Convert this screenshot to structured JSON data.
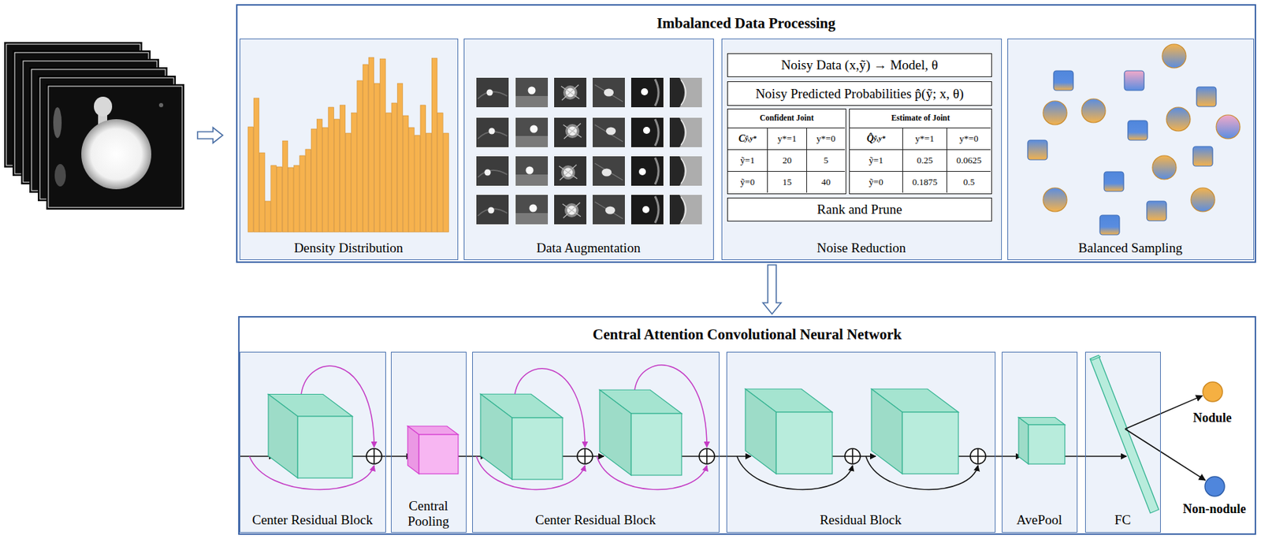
{
  "diagram": {
    "nodes": [
      {
        "text": [
          "Imbalanced Data Processing"
        ]
      },
      {
        "text": [
          "Density Distribution"
        ],
        "in": 0
      },
      {
        "text": [
          "Data Augmentation"
        ],
        "in": 0
      },
      {
        "text": [
          "Noise Reduction"
        ],
        "in": 0
      },
      {
        "text": [
          "Noisy Data (x,ỹ) → Model, θ"
        ],
        "in": 3
      },
      {
        "text": [
          "Noisy Predicted Probabilities p̂(ỹ; x, θ)"
        ],
        "in": 3
      },
      {
        "text": [
          "Confident Joint"
        ],
        "in": 3
      },
      {
        "text": [
          "Estimate of Joint"
        ],
        "in": 3
      },
      {
        "text": [
          "Rank and Prune"
        ],
        "in": 3
      },
      {
        "text": [
          "Balanced Sampling"
        ],
        "in": 0
      },
      {
        "text": [
          "Central Attention Convolutional Neural Network"
        ]
      },
      {
        "text": [
          "Center Residual Block"
        ],
        "in": 10
      },
      {
        "text": [
          "Central Pooling"
        ],
        "in": 10
      },
      {
        "text": [
          "Center Residual Block"
        ],
        "in": 10
      },
      {
        "text": [
          "Residual Block"
        ],
        "in": 10
      },
      {
        "text": [
          "AvePool"
        ],
        "in": 10
      },
      {
        "text": [
          "FC"
        ],
        "in": 10
      },
      {
        "text": [
          "Nodule"
        ],
        "in": 10
      },
      {
        "text": [
          "Non-nodule"
        ],
        "in": 10
      }
    ],
    "edges": [
      {
        "from": 0,
        "to": 10,
        "arrow": "to"
      },
      {
        "from": 16,
        "to": 17,
        "arrow": "to"
      },
      {
        "from": 16,
        "to": 18,
        "arrow": "to"
      }
    ],
    "labels": [
      "C",
      "ỹ,y*",
      "y*=1",
      "y*=0",
      "ỹ=1",
      "20",
      "5",
      "ỹ=0",
      "15",
      "40",
      "Q̂",
      "ỹ,y*",
      "y*=1",
      "y*=0",
      "ỹ=1",
      "0.25",
      "0.0625",
      "ỹ=0",
      "0.1875",
      "0.5"
    ]
  }
}
